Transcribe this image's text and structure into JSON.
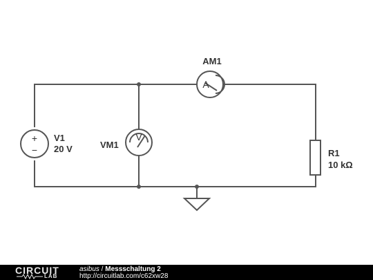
{
  "schematic": {
    "v1": {
      "name": "V1",
      "value": "20 V",
      "plus": "+",
      "minus": "−"
    },
    "vm1": {
      "name": "VM1",
      "symbol": "V"
    },
    "am1": {
      "name": "AM1",
      "symbol": "A"
    },
    "r1": {
      "name": "R1",
      "value": "10 kΩ"
    }
  },
  "footer": {
    "logo_top": "CIRCUIT",
    "logo_bottom": "LAB",
    "author": "asibus",
    "separator": " / ",
    "title": "Messschaltung 2",
    "url": "http://circuitlab.com/c62xw28"
  }
}
